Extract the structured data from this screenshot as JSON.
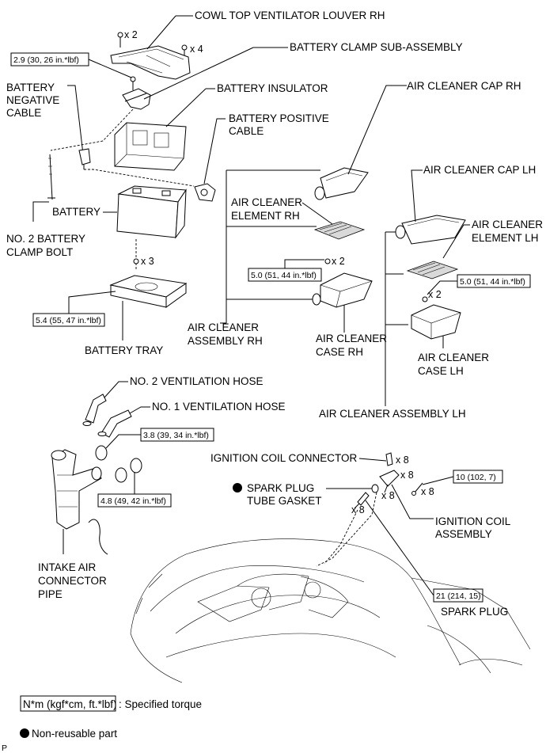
{
  "labels": {
    "cowl_louver": "COWL TOP VENTILATOR LOUVER RH",
    "battery_clamp": "BATTERY CLAMP SUB-ASSEMBLY",
    "battery_negative_1": "BATTERY",
    "battery_negative_2": "NEGATIVE",
    "battery_negative_3": "CABLE",
    "battery_insulator": "BATTERY INSULATOR",
    "battery_positive_1": "BATTERY POSITIVE",
    "battery_positive_2": "CABLE",
    "battery": "BATTERY",
    "no2_clamp_bolt_1": "NO. 2 BATTERY",
    "no2_clamp_bolt_2": "CLAMP BOLT",
    "battery_tray": "BATTERY TRAY",
    "air_cleaner_cap_rh": "AIR CLEANER CAP RH",
    "air_cleaner_element_rh_1": "AIR CLEANER",
    "air_cleaner_element_rh_2": "ELEMENT RH",
    "air_cleaner_assembly_rh_1": "AIR CLEANER",
    "air_cleaner_assembly_rh_2": "ASSEMBLY RH",
    "air_cleaner_case_rh_1": "AIR CLEANER",
    "air_cleaner_case_rh_2": "CASE RH",
    "air_cleaner_cap_lh": "AIR CLEANER CAP LH",
    "air_cleaner_element_lh_1": "AIR CLEANER",
    "air_cleaner_element_lh_2": "ELEMENT LH",
    "air_cleaner_case_lh_1": "AIR CLEANER",
    "air_cleaner_case_lh_2": "CASE LH",
    "air_cleaner_assembly_lh": "AIR CLEANER ASSEMBLY LH",
    "no2_vent_hose": "NO. 2 VENTILATION HOSE",
    "no1_vent_hose": "NO. 1 VENTILATION HOSE",
    "ignition_coil_connector": "IGNITION COIL CONNECTOR",
    "spark_plug_gasket_1": "SPARK PLUG",
    "spark_plug_gasket_2": "TUBE GASKET",
    "ignition_coil_assembly_1": "IGNITION COIL",
    "ignition_coil_assembly_2": "ASSEMBLY",
    "spark_plug": "SPARK PLUG",
    "intake_pipe_1": "INTAKE AIR",
    "intake_pipe_2": "CONNECTOR",
    "intake_pipe_3": "PIPE"
  },
  "torques": {
    "clamp": "2.9 (30, 26 in.*lbf)",
    "tray": "5.4 (55, 47 in.*lbf)",
    "case_rh": "5.0 (51, 44 in.*lbf)",
    "case_lh": "5.0 (51, 44 in.*lbf)",
    "hose_clamp_upper": "3.8 (39, 34 in.*lbf)",
    "hose_clamp_lower": "4.8 (49, 42 in.*lbf)",
    "coil_bolt": "10 (102, 7)",
    "spark_plug": "21 (214, 15)"
  },
  "quantities": {
    "louver_clips": "x 2",
    "louver_nuts": "x 4",
    "tray_bolts": "x 3",
    "case_rh_bolts": "x 2",
    "case_lh_bolts": "x 2",
    "coil_connectors": "x 8",
    "coils": "x 8",
    "gaskets": "x 8",
    "coil_bolts": "x 8",
    "spark_plugs": "x 8"
  },
  "legend": {
    "torque_unit": "N*m (kgf*cm, ft.*lbf)",
    "torque_desc": ": Specified torque",
    "non_reusable": "Non-reusable part"
  },
  "figure_code": "P"
}
